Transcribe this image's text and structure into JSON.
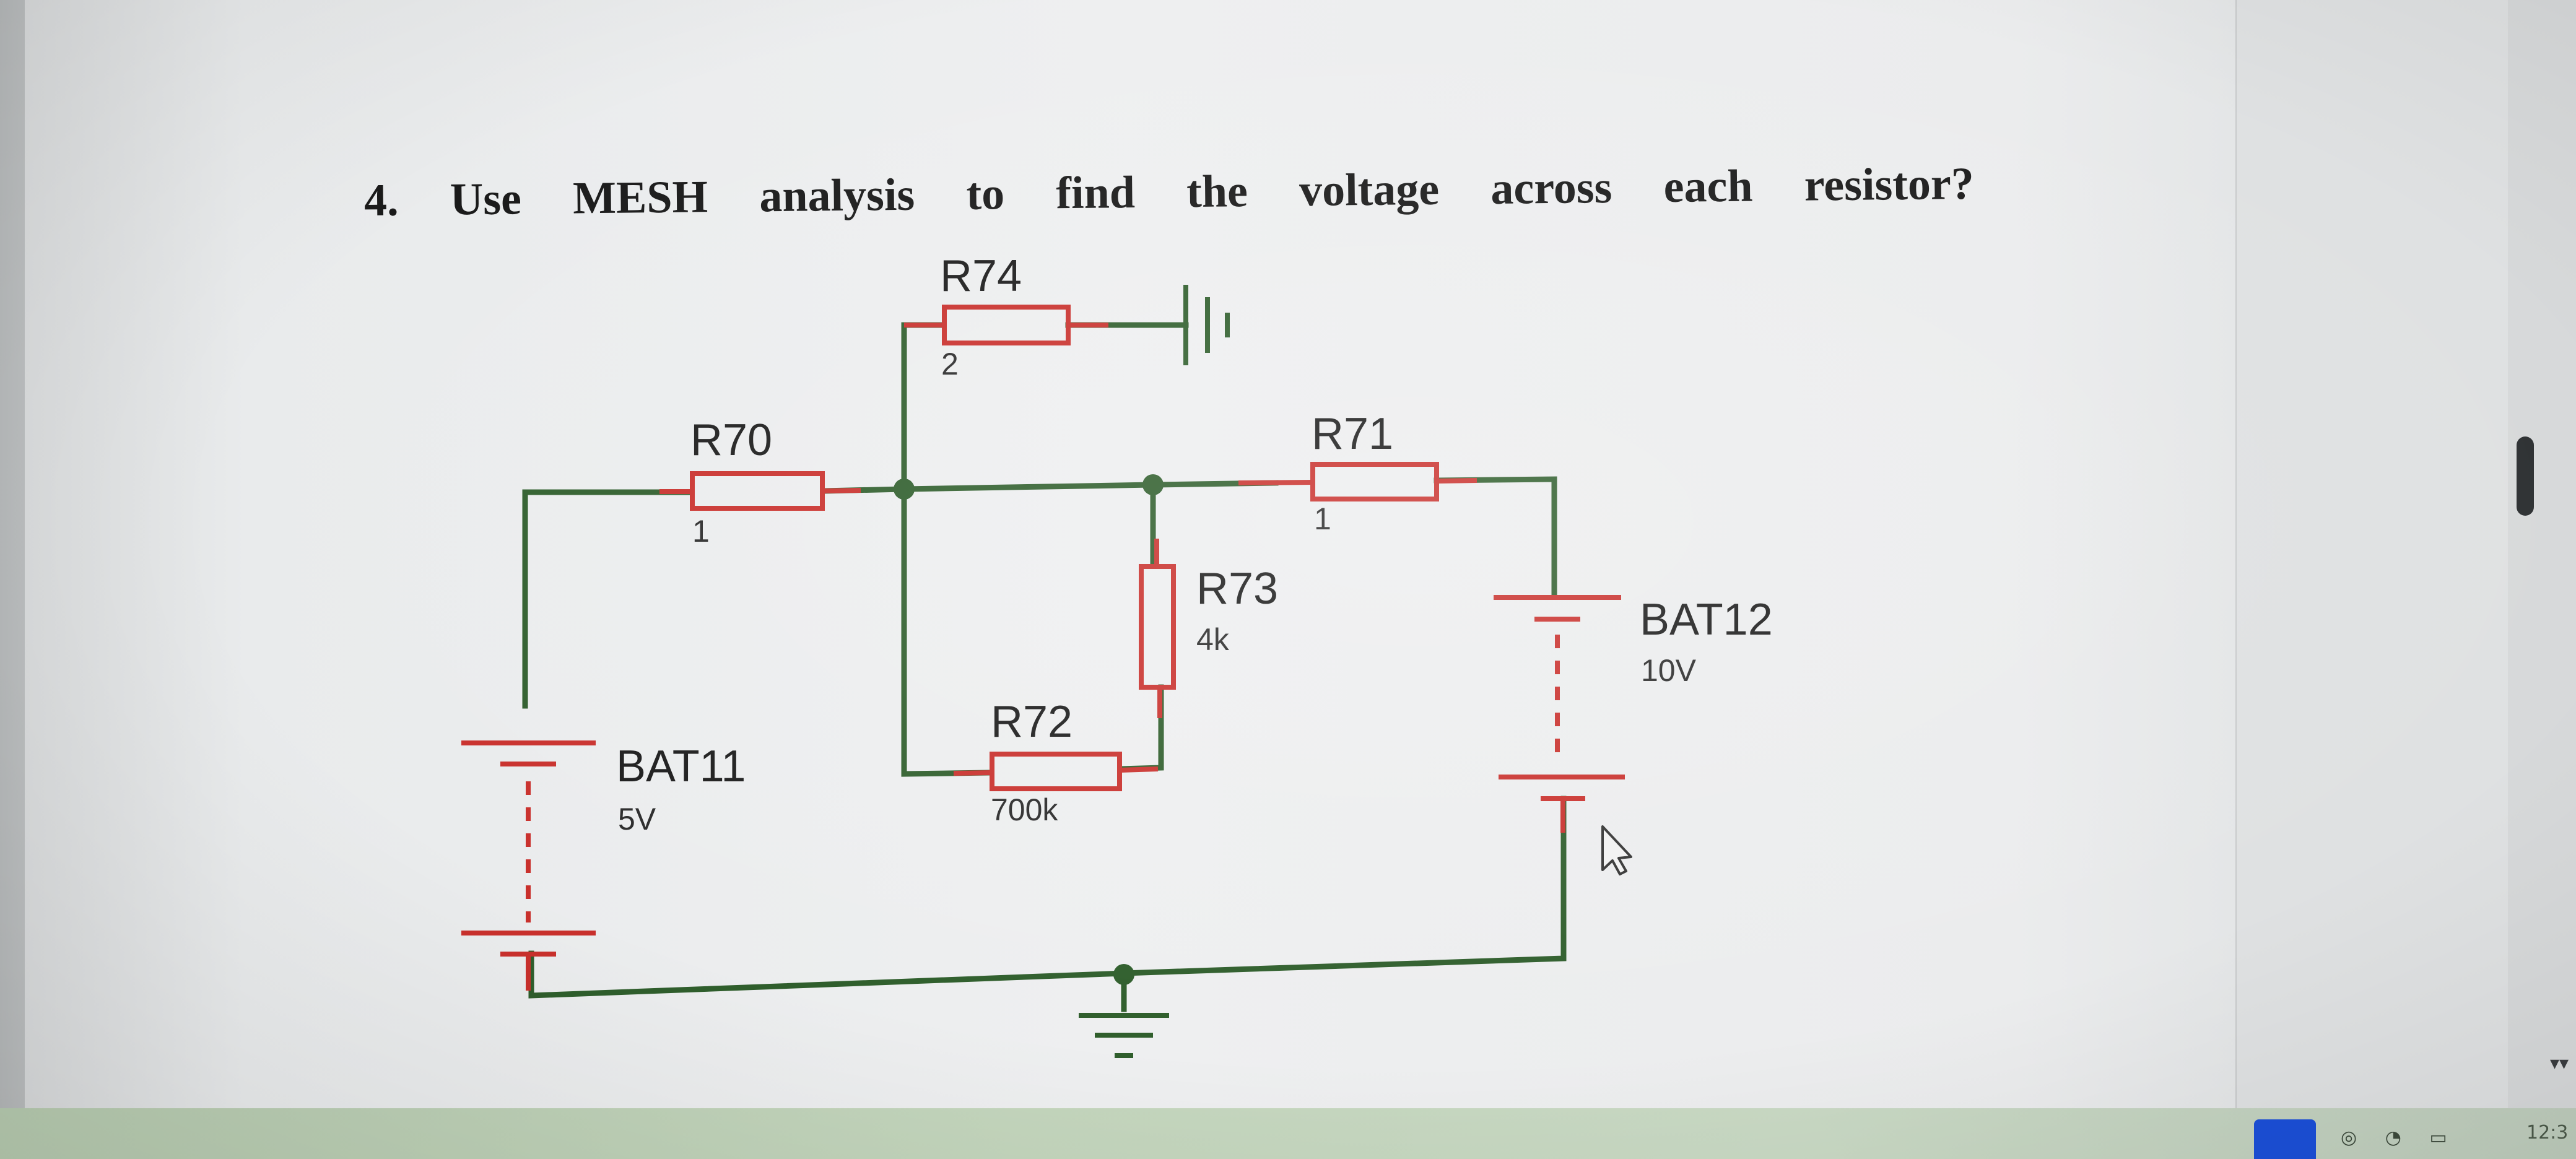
{
  "question": {
    "words": [
      "4.",
      "Use",
      "MESH",
      "analysis",
      "to",
      "find",
      "the",
      "voltage",
      "across",
      "each",
      "resistor?"
    ]
  },
  "circuit": {
    "components": {
      "R74": {
        "ref": "R74",
        "value": "2"
      },
      "R70": {
        "ref": "R70",
        "value": "1"
      },
      "R71": {
        "ref": "R71",
        "value": "1"
      },
      "R73": {
        "ref": "R73",
        "value": "4k"
      },
      "R72": {
        "ref": "R72",
        "value": "700k"
      },
      "BAT11": {
        "ref": "BAT11",
        "value": "5V"
      },
      "BAT12": {
        "ref": "BAT12",
        "value": "10V"
      }
    }
  },
  "taskbar": {
    "clock": "12:3"
  },
  "icons": {
    "cursor": "mouse-pointer-icon",
    "scroll_down": "chevron-down-icon",
    "ground": "ground-icon"
  },
  "colors": {
    "wire": "#2f5e2c",
    "component": "#c9302c",
    "text": "#1a1a1a"
  }
}
